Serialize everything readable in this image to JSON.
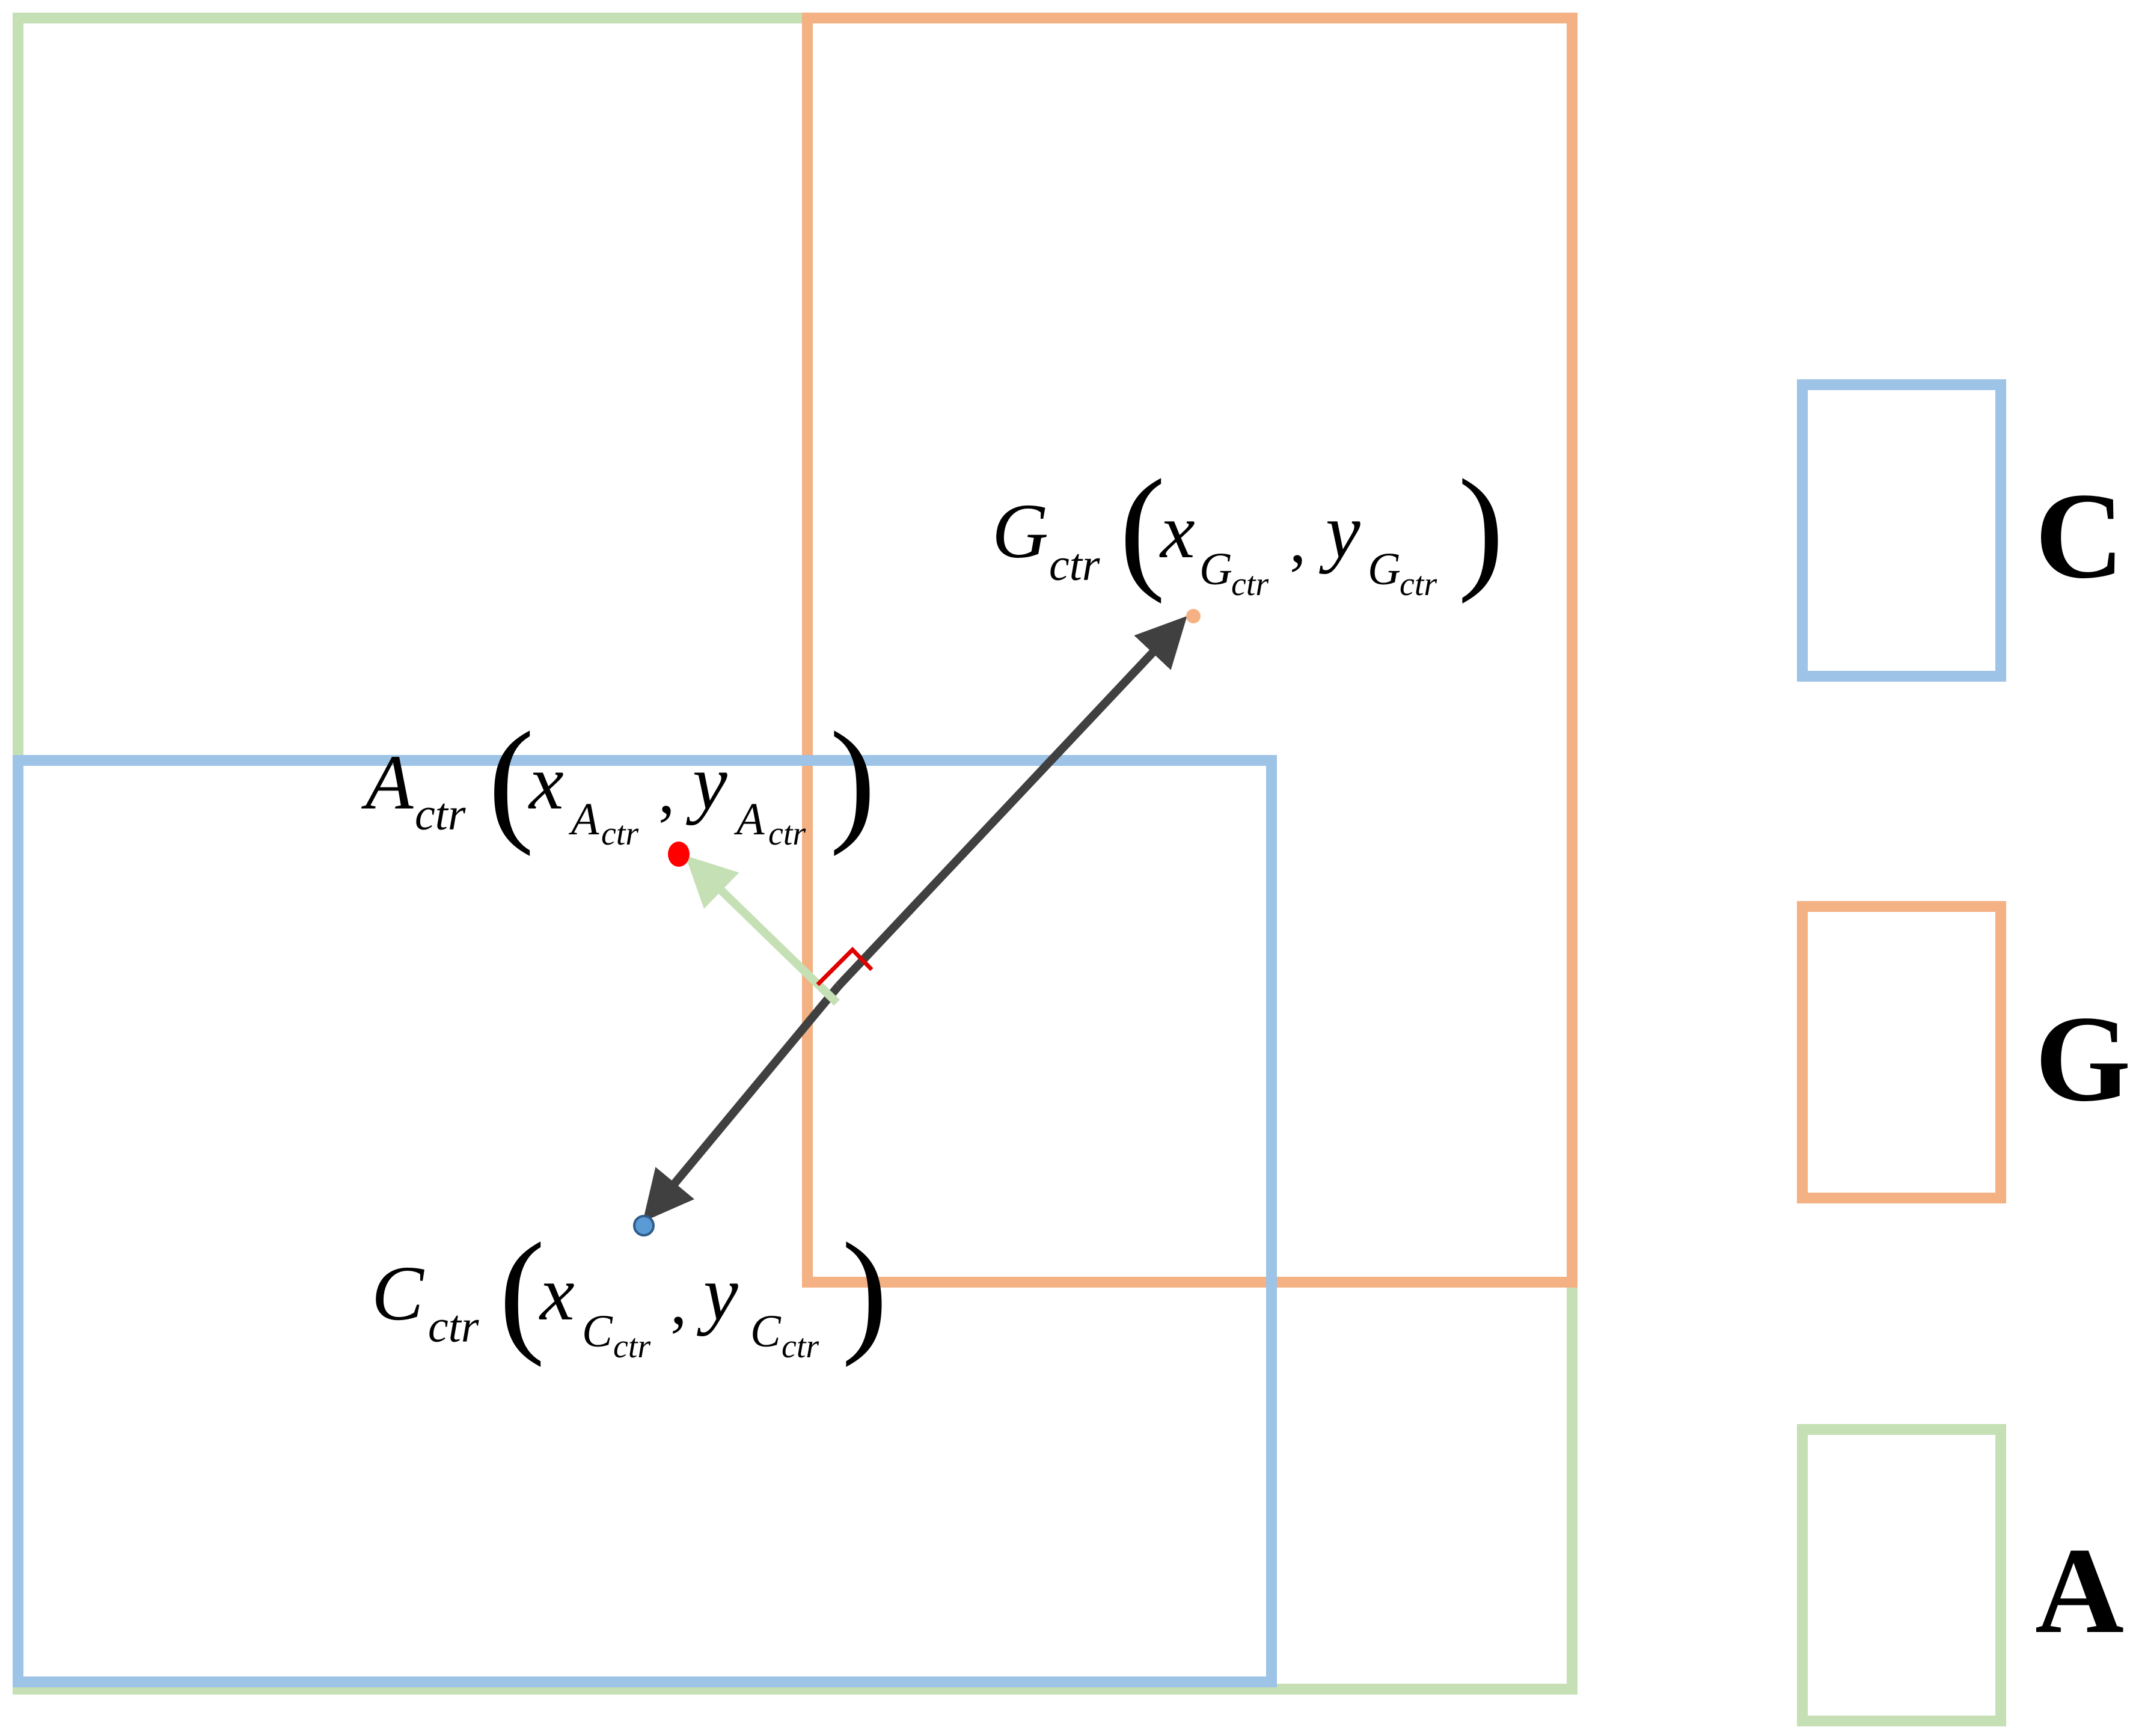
{
  "colors": {
    "box_c": "#9DC3E6",
    "box_g": "#F4B183",
    "box_a": "#C5E0B4",
    "vector": "#404040",
    "right_angle": "#E00000",
    "point_a": "#FF0000",
    "point_c": "#5B9BD5",
    "point_g": "#F4B183"
  },
  "points": {
    "g": {
      "base": "G",
      "sub": "ctr",
      "x_var": "x",
      "x_sub_base": "G",
      "x_sub_sub": "ctr",
      "y_var": "y",
      "y_sub_base": "G",
      "y_sub_sub": "ctr",
      "open_paren": "(",
      "comma": ",",
      "close_paren": ")"
    },
    "a": {
      "base": "A",
      "sub": "ctr",
      "x_var": "x",
      "x_sub_base": "A",
      "x_sub_sub": "ctr",
      "y_var": "y",
      "y_sub_base": "A",
      "y_sub_sub": "ctr",
      "open_paren": "(",
      "comma": ",",
      "close_paren": ")"
    },
    "c": {
      "base": "C",
      "sub": "ctr",
      "x_var": "x",
      "x_sub_base": "C",
      "x_sub_sub": "ctr",
      "y_var": "y",
      "y_sub_base": "C",
      "y_sub_sub": "ctr",
      "open_paren": "(",
      "comma": ",",
      "close_paren": ")"
    }
  },
  "legend": [
    {
      "label": "C",
      "color": "#9DC3E6"
    },
    {
      "label": "G",
      "color": "#F4B183"
    },
    {
      "label": "A",
      "color": "#C5E0B4"
    }
  ]
}
